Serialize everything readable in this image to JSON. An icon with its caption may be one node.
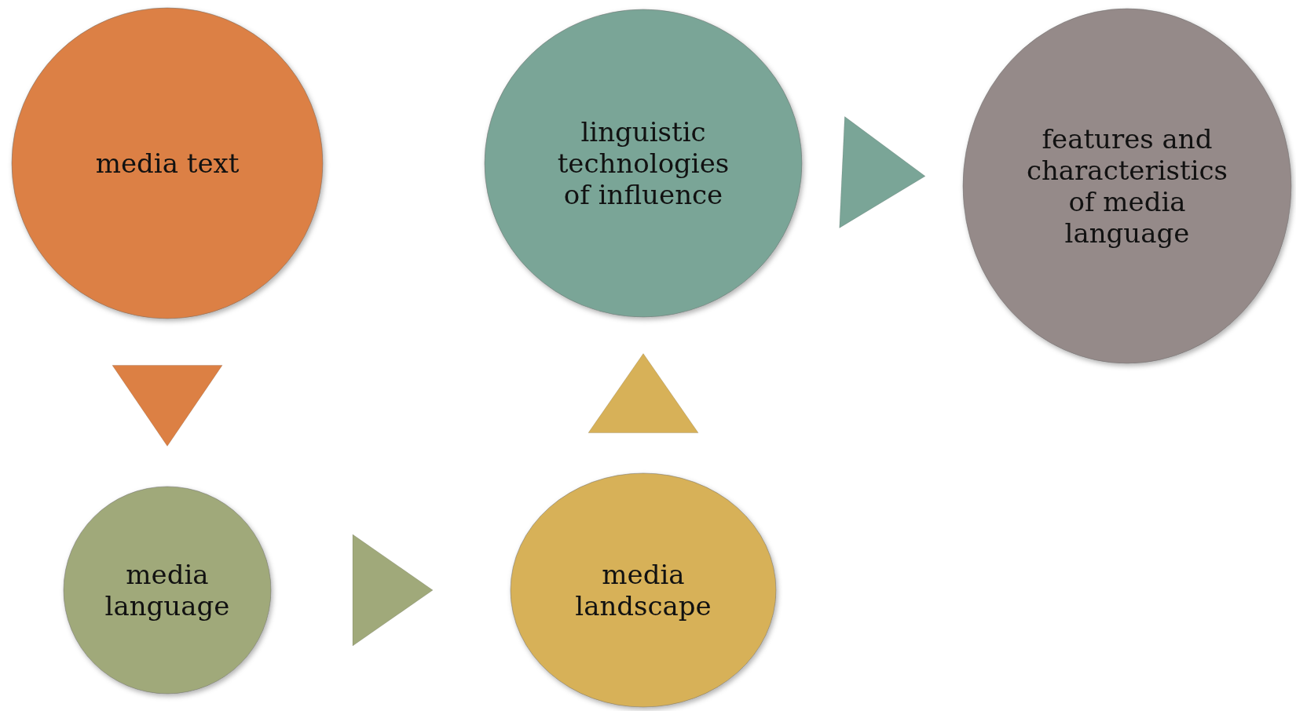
{
  "diagram": {
    "nodes": [
      {
        "text": [
          "media text"
        ]
      },
      {
        "text": [
          "linguistic technologies of influence"
        ]
      },
      {
        "text": [
          "features and characteristics of media language"
        ]
      },
      {
        "text": [
          "media language"
        ]
      },
      {
        "text": [
          "media landscape"
        ]
      }
    ],
    "edges": [
      {
        "from": 0,
        "to": 3,
        "arrow": "to",
        "color": "#dc8044"
      },
      {
        "from": 3,
        "to": 4,
        "arrow": "to",
        "color": "#a0a97a"
      },
      {
        "from": 4,
        "to": 1,
        "arrow": "to",
        "color": "#d7b158"
      },
      {
        "from": 1,
        "to": 2,
        "arrow": "to",
        "color": "#7aa597"
      }
    ]
  }
}
